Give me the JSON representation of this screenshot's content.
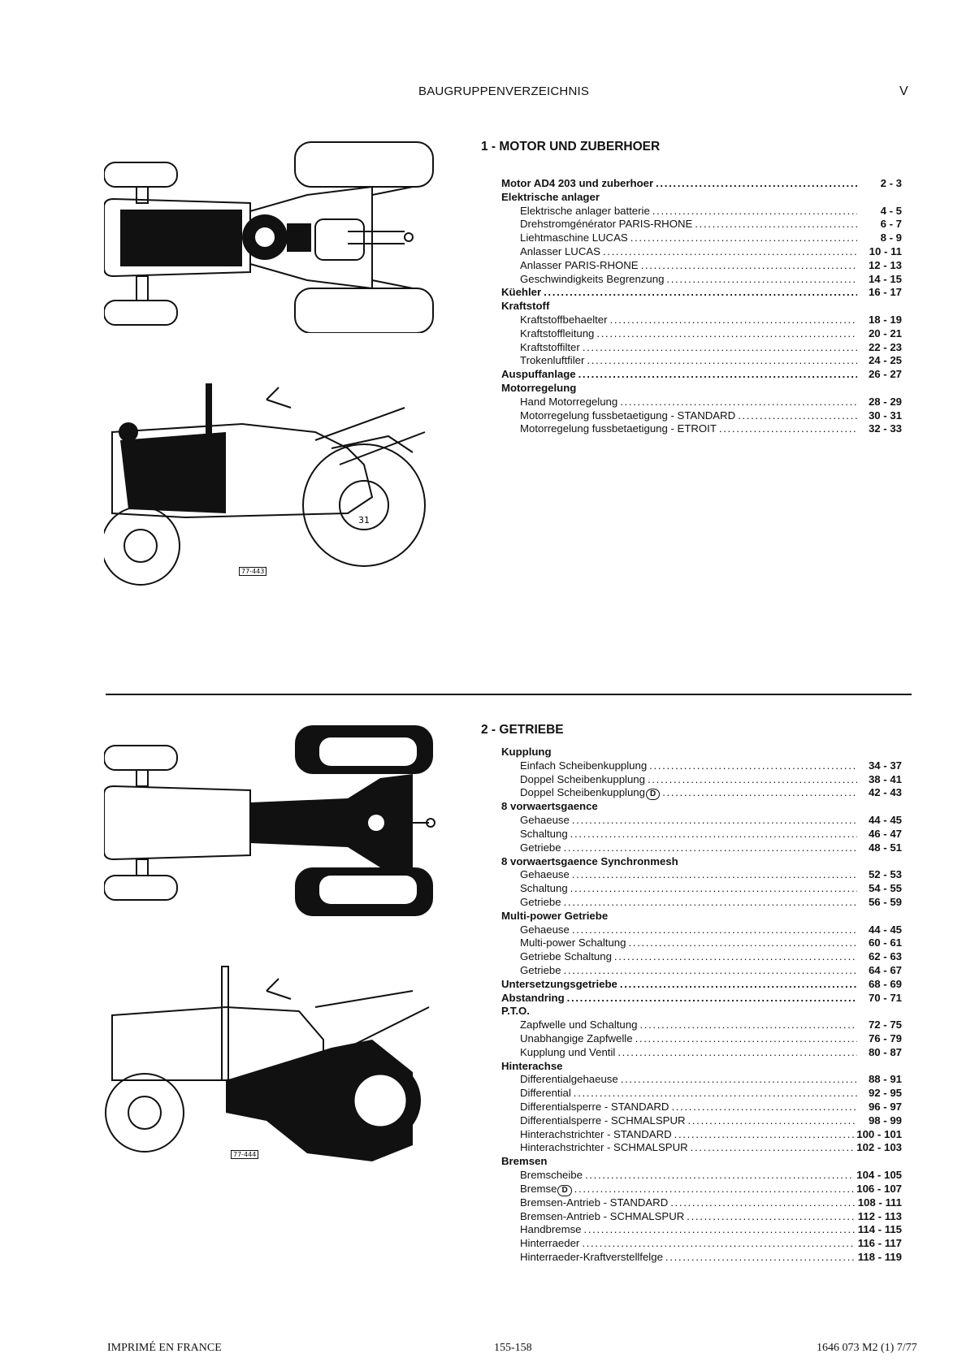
{
  "header": {
    "title": "BAUGRUPPENVERZEICHNIS",
    "page": "V"
  },
  "sections": [
    {
      "title": "1 - MOTOR UND ZUBERHOER",
      "entries": [
        {
          "label": "Motor AD4 203 und zuberhoer",
          "pages": "2 - 3",
          "level": 1
        },
        {
          "label": "Elektrische anlager",
          "pages": "",
          "level": 1
        },
        {
          "label": "Elektrische anlager batterie",
          "pages": "4 - 5",
          "level": 2
        },
        {
          "label": "Drehstromgénérator PARIS-RHONE",
          "pages": "6 - 7",
          "level": 2
        },
        {
          "label": "Liehtmaschine LUCAS",
          "pages": "8 - 9",
          "level": 2
        },
        {
          "label": "Anlasser LUCAS",
          "pages": "10 - 11",
          "level": 2
        },
        {
          "label": "Anlasser PARIS-RHONE",
          "pages": "12 - 13",
          "level": 2
        },
        {
          "label": "Geschwindigkeits Begrenzung",
          "pages": "14 - 15",
          "level": 2
        },
        {
          "label": "Küehler",
          "pages": "16 - 17",
          "level": 1
        },
        {
          "label": "Kraftstoff",
          "pages": "",
          "level": 1
        },
        {
          "label": "Kraftstoffbehaelter",
          "pages": "18 - 19",
          "level": 2
        },
        {
          "label": "Kraftstoffleitung",
          "pages": "20 - 21",
          "level": 2
        },
        {
          "label": "Kraftstoffilter",
          "pages": "22 - 23",
          "level": 2
        },
        {
          "label": "Trokenluftfiler",
          "pages": "24 - 25",
          "level": 2
        },
        {
          "label": "Auspuffanlage",
          "pages": "26 - 27",
          "level": 1
        },
        {
          "label": "Motorregelung",
          "pages": "",
          "level": 1
        },
        {
          "label": "Hand Motorregelung",
          "pages": "28 - 29",
          "level": 2
        },
        {
          "label": "Motorregelung fussbetaetigung - STANDARD",
          "pages": "30 - 31",
          "level": 2
        },
        {
          "label": "Motorregelung fussbetaetigung - ETROIT",
          "pages": "32 - 33",
          "level": 2
        }
      ]
    },
    {
      "title": "2 - GETRIEBE",
      "entries": [
        {
          "label": "Kupplung",
          "pages": "",
          "level": 1
        },
        {
          "label": "Einfach Scheibenkupplung",
          "pages": "34 - 37",
          "level": 2
        },
        {
          "label": "Doppel Scheibenkupplung",
          "pages": "38 - 41",
          "level": 2
        },
        {
          "label": "Doppel Scheibenkupplung",
          "badge": "D",
          "pages": "42 - 43",
          "level": 2
        },
        {
          "label": "8 vorwaertsgaence",
          "pages": "",
          "level": 1
        },
        {
          "label": "Gehaeuse",
          "pages": "44 - 45",
          "level": 2
        },
        {
          "label": "Schaltung",
          "pages": "46 - 47",
          "level": 2
        },
        {
          "label": "Getriebe",
          "pages": "48 - 51",
          "level": 2
        },
        {
          "label": "8 vorwaertsgaence Synchronmesh",
          "pages": "",
          "level": 1
        },
        {
          "label": "Gehaeuse",
          "pages": "52 - 53",
          "level": 2
        },
        {
          "label": "Schaltung",
          "pages": "54 - 55",
          "level": 2
        },
        {
          "label": "Getriebe",
          "pages": "56 - 59",
          "level": 2
        },
        {
          "label": "Multi-power Getriebe",
          "pages": "",
          "level": 1
        },
        {
          "label": "Gehaeuse",
          "pages": "44 - 45",
          "level": 2
        },
        {
          "label": "Multi-power Schaltung",
          "pages": "60 - 61",
          "level": 2
        },
        {
          "label": "Getriebe Schaltung",
          "pages": "62 - 63",
          "level": 2
        },
        {
          "label": "Getriebe",
          "pages": "64 - 67",
          "level": 2
        },
        {
          "label": "Untersetzungsgetriebe",
          "pages": "68 - 69",
          "level": 1
        },
        {
          "label": "Abstandring",
          "pages": "70 - 71",
          "level": 1
        },
        {
          "label": "P.T.O.",
          "pages": "",
          "level": 1
        },
        {
          "label": "Zapfwelle und Schaltung",
          "pages": "72 - 75",
          "level": 2
        },
        {
          "label": "Unabhangige Zapfwelle",
          "pages": "76 - 79",
          "level": 2
        },
        {
          "label": "Kupplung und Ventil",
          "pages": "80 - 87",
          "level": 2
        },
        {
          "label": "Hinterachse",
          "pages": "",
          "level": 1
        },
        {
          "label": "Differentialgehaeuse",
          "pages": "88 - 91",
          "level": 2
        },
        {
          "label": "Differential",
          "pages": "92 - 95",
          "level": 2
        },
        {
          "label": "Differentialsperre - STANDARD",
          "pages": "96 - 97",
          "level": 2
        },
        {
          "label": "Differentialsperre - SCHMALSPUR",
          "pages": "98 - 99",
          "level": 2
        },
        {
          "label": "Hinterachstrichter - STANDARD",
          "pages": "100 - 101",
          "level": 2
        },
        {
          "label": "Hinterachstrichter - SCHMALSPUR",
          "pages": "102 - 103",
          "level": 2
        },
        {
          "label": "Bremsen",
          "pages": "",
          "level": 1
        },
        {
          "label": "Bremscheibe",
          "pages": "104 - 105",
          "level": 2
        },
        {
          "label": "Bremse",
          "badge": "D",
          "pages": "106 - 107",
          "level": 2
        },
        {
          "label": "Bremsen-Antrieb - STANDARD",
          "pages": "108 - 111",
          "level": 2
        },
        {
          "label": "Bremsen-Antrieb - SCHMALSPUR",
          "pages": "112 - 113",
          "level": 2
        },
        {
          "label": "Handbremse",
          "pages": "114 - 115",
          "level": 2
        },
        {
          "label": "Hinterraeder",
          "pages": "116 - 117",
          "level": 2
        },
        {
          "label": "Hinterraeder-Kraftverstellfelge",
          "pages": "118 - 119",
          "level": 2
        }
      ]
    }
  ],
  "figures": {
    "fig1_ref": "77-443",
    "fig2_ref": "77-444",
    "fig1_side_number": "31"
  },
  "footer": {
    "left": "IMPRIMÉ EN FRANCE",
    "center": "155-158",
    "right": "1646 073 M2 (1) 7/77"
  }
}
